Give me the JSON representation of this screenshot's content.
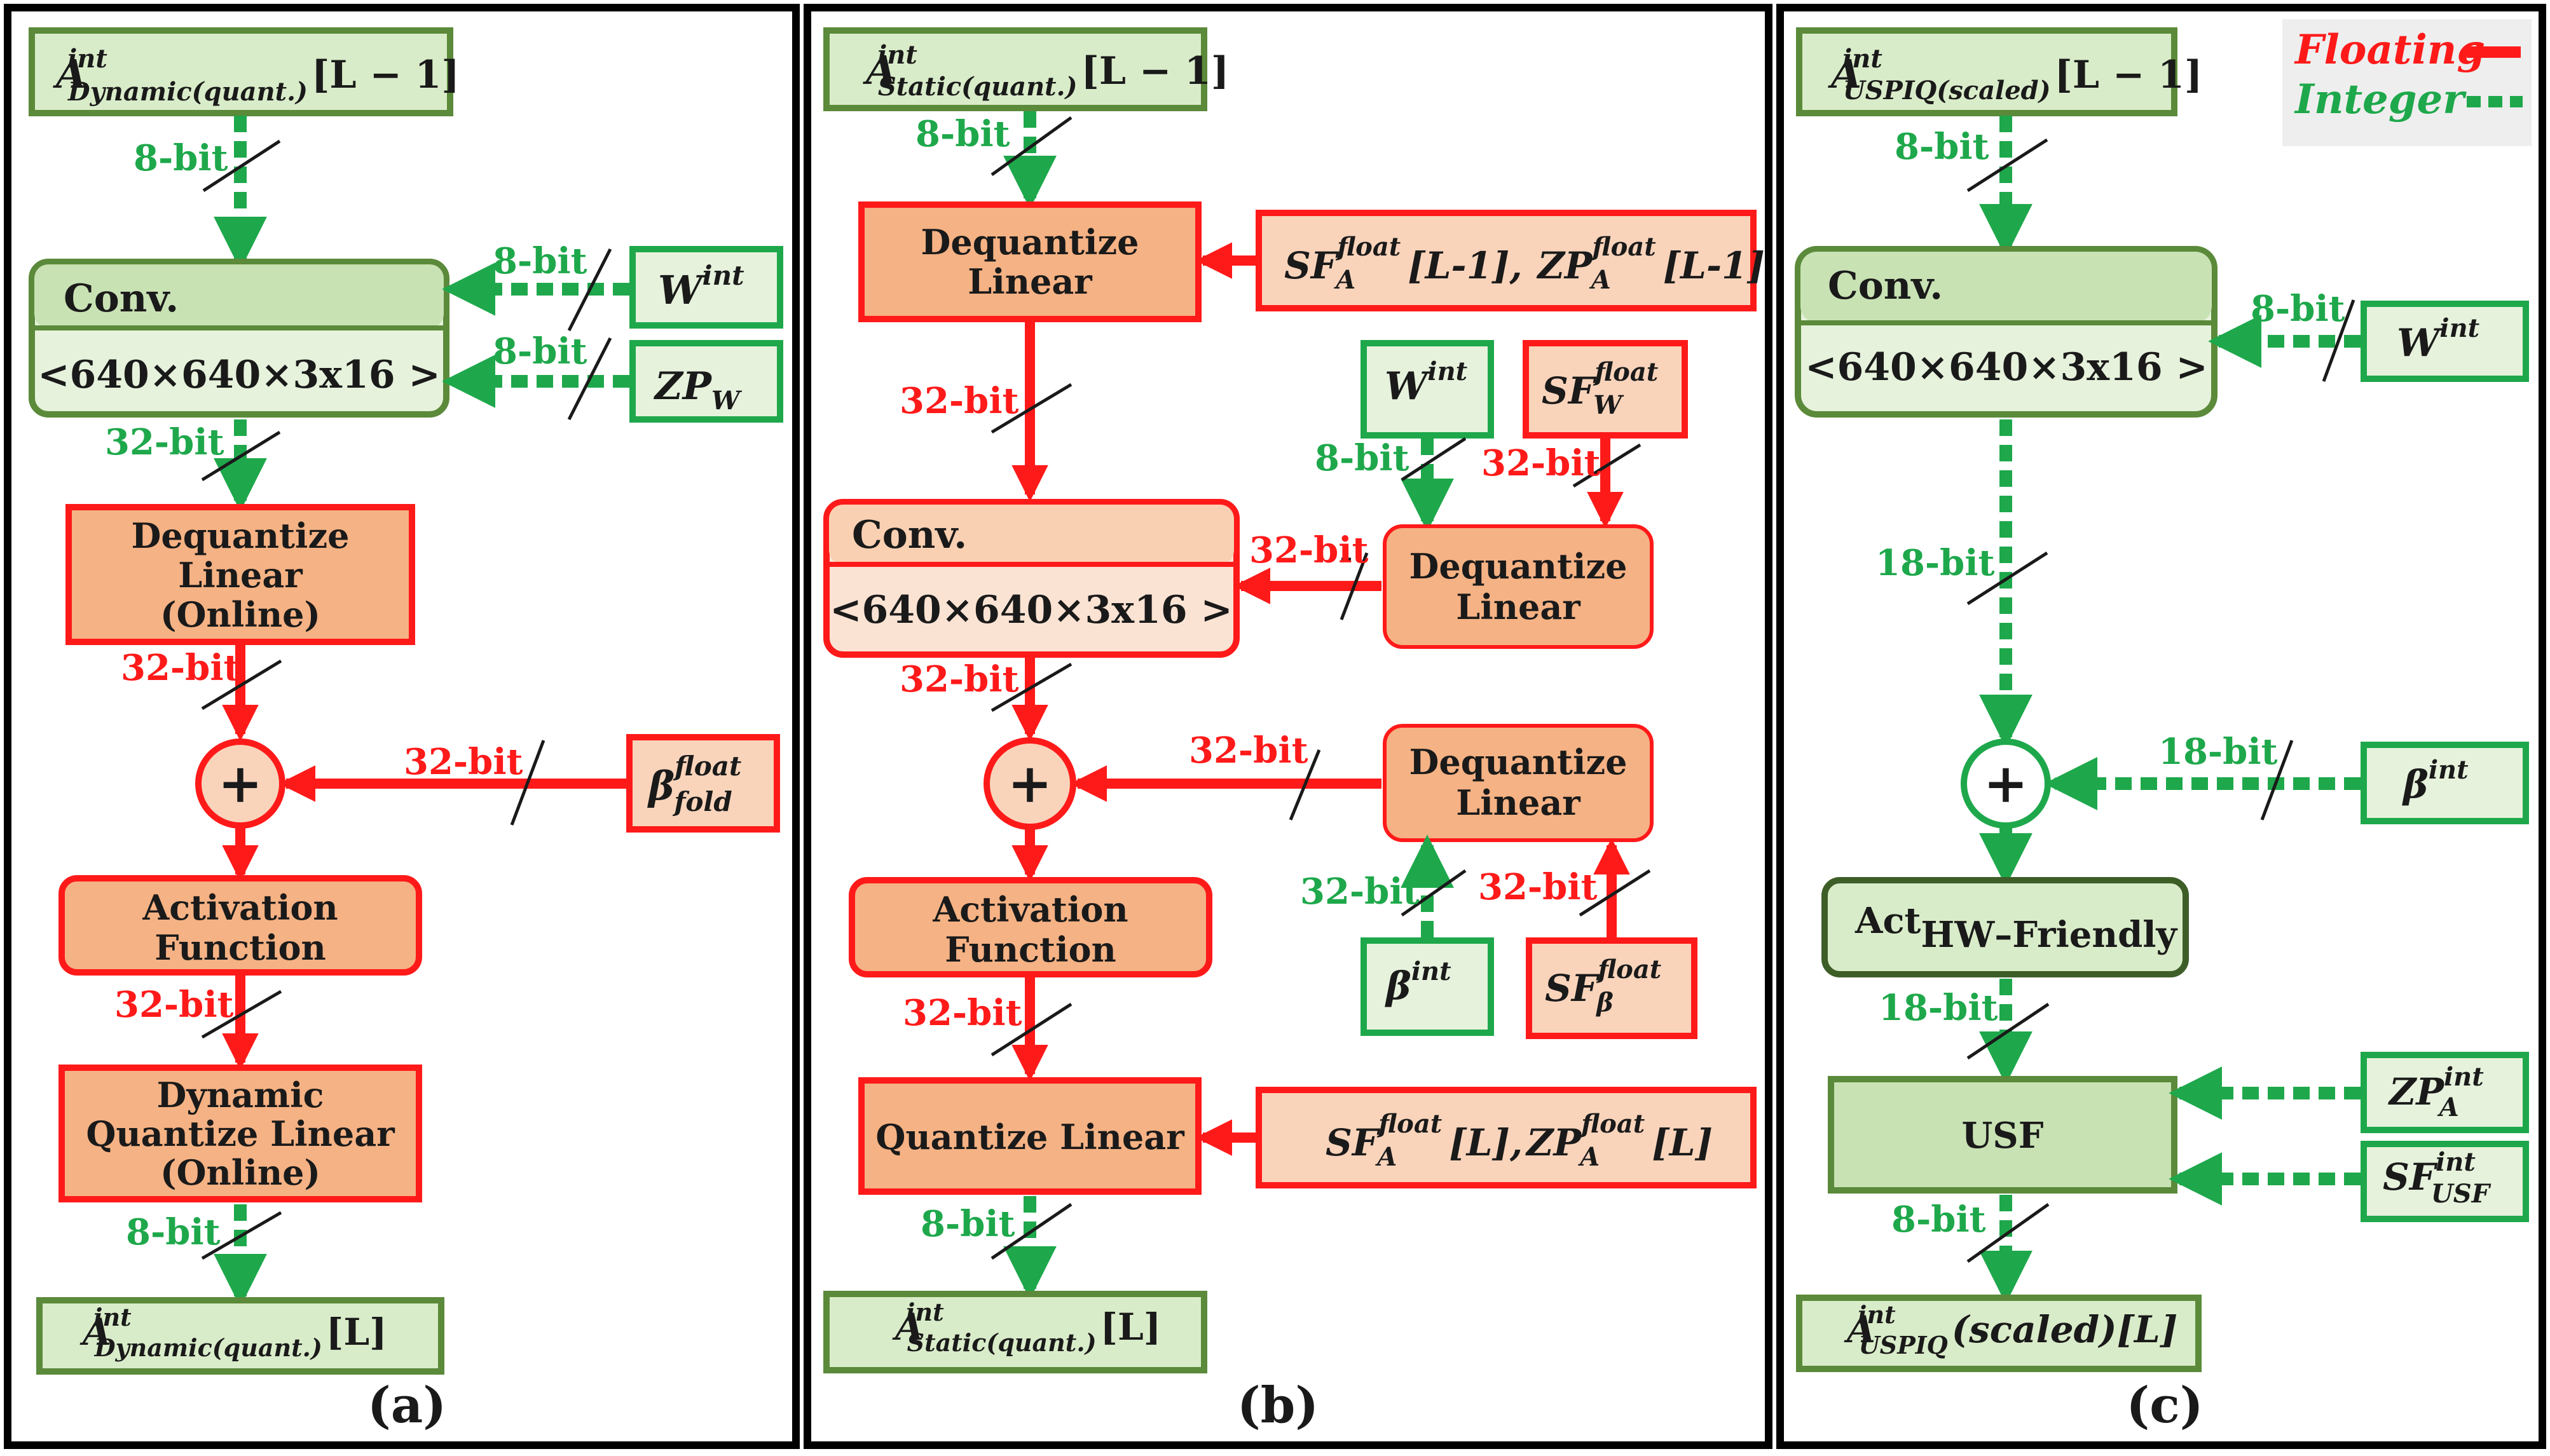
{
  "legend": {
    "floating_label": "Floating",
    "integer_label": "Integer",
    "floating_color": "#ff1a1a",
    "integer_color": "#1ea84b"
  },
  "colors": {
    "green_border": "#5b8a3a",
    "green_fill": "#d9ecc9",
    "green_light_fill": "#e6f2dc",
    "bright_green": "#1ea84b",
    "red": "#ff1a1a",
    "orange_fill": "#f5b284",
    "peach_fill": "#f9d4bb"
  },
  "panel_a": {
    "caption": "(a)",
    "input": {
      "base": "A",
      "sup": "int",
      "sub": "Dynamic(quant.)",
      "suffix": "[L − 1]"
    },
    "conv_title": "Conv.",
    "conv_dim": "<640×640×3x16 >",
    "w": {
      "base": "W",
      "sup": "int"
    },
    "zp": {
      "base": "ZP",
      "sub": "W"
    },
    "deq": [
      "Dequantize",
      "Linear",
      "(Online)"
    ],
    "plus": "+",
    "beta": {
      "base": "β",
      "sup": "float",
      "sub": "fold"
    },
    "act": [
      "Activation",
      "Function"
    ],
    "quant": [
      "Dynamic",
      "Quantize Linear",
      "(Online)"
    ],
    "output": {
      "base": "A",
      "sup": "int",
      "sub": "Dynamic(quant.)",
      "suffix": "[L]"
    },
    "labels": {
      "in": "8-bit",
      "w": "8-bit",
      "zp": "8-bit",
      "conv_out": "32-bit",
      "deq_out": "32-bit",
      "beta": "32-bit",
      "act_out": "32-bit",
      "out": "8-bit"
    }
  },
  "panel_b": {
    "caption": "(b)",
    "input": {
      "base": "A",
      "sup": "int",
      "sub": "Static(quant.)",
      "suffix": "[L − 1]"
    },
    "deq1": [
      "Dequantize",
      "Linear"
    ],
    "sf_zp_prev": {
      "a1": "SF",
      "sup1": "float",
      "sub1": "A",
      "t1": "[L-1],",
      "a2": "ZP",
      "sup2": "float",
      "sub2": "A",
      "t2": "[L-1]"
    },
    "w": {
      "base": "W",
      "sup": "int"
    },
    "sfw": {
      "base": "SF",
      "sup": "float",
      "sub": "W"
    },
    "conv_title": "Conv.",
    "conv_dim": "<640×640×3x16 >",
    "deq_w": [
      "Dequantize",
      "Linear"
    ],
    "plus": "+",
    "deq_beta": [
      "Dequantize",
      "Linear"
    ],
    "beta": {
      "base": "β",
      "sup": "int"
    },
    "sfb": {
      "base": "SF",
      "sup": "float",
      "sub": "β"
    },
    "act": [
      "Activation",
      "Function"
    ],
    "quant": [
      "Quantize Linear"
    ],
    "sf_zp_cur": {
      "a1": "SF",
      "sup1": "float",
      "sub1": "A",
      "t1": "[L],",
      "a2": "ZP",
      "sup2": "float",
      "sub2": "A",
      "t2": "[L]"
    },
    "output": {
      "base": "A",
      "sup": "int",
      "sub": "Static(quant.)",
      "suffix": "[L]"
    },
    "labels": {
      "in": "8-bit",
      "deq1_out": "32-bit",
      "w": "8-bit",
      "sfw": "32-bit",
      "deqw_out": "32-bit",
      "conv_out": "32-bit",
      "deqb_out": "32-bit",
      "beta": "32-bit",
      "sfb": "32-bit",
      "act_out": "32-bit",
      "out": "8-bit"
    }
  },
  "panel_c": {
    "caption": "(c)",
    "input": {
      "base": "A",
      "sup": "int",
      "sub": "USPIQ(scaled)",
      "suffix": "[L − 1]"
    },
    "conv_title": "Conv.",
    "conv_dim": "<640×640×3x16 >",
    "w": {
      "base": "W",
      "sup": "int"
    },
    "plus": "+",
    "beta": {
      "base": "β",
      "sup": "int"
    },
    "act": {
      "base": "Act",
      "sub": "HW–Friendly"
    },
    "usf": "USF",
    "zpa": {
      "base": "ZP",
      "sup": "int",
      "sub": "A"
    },
    "sfusf": {
      "base": "SF",
      "sup": "int",
      "sub": "USF"
    },
    "output": {
      "base": "A",
      "sup": "int",
      "sub": "USPIQ",
      "suffix": "(scaled)[L]"
    },
    "labels": {
      "in": "8-bit",
      "w": "8-bit",
      "conv_out": "18-bit",
      "beta": "18-bit",
      "act_out": "18-bit",
      "out": "8-bit"
    }
  }
}
